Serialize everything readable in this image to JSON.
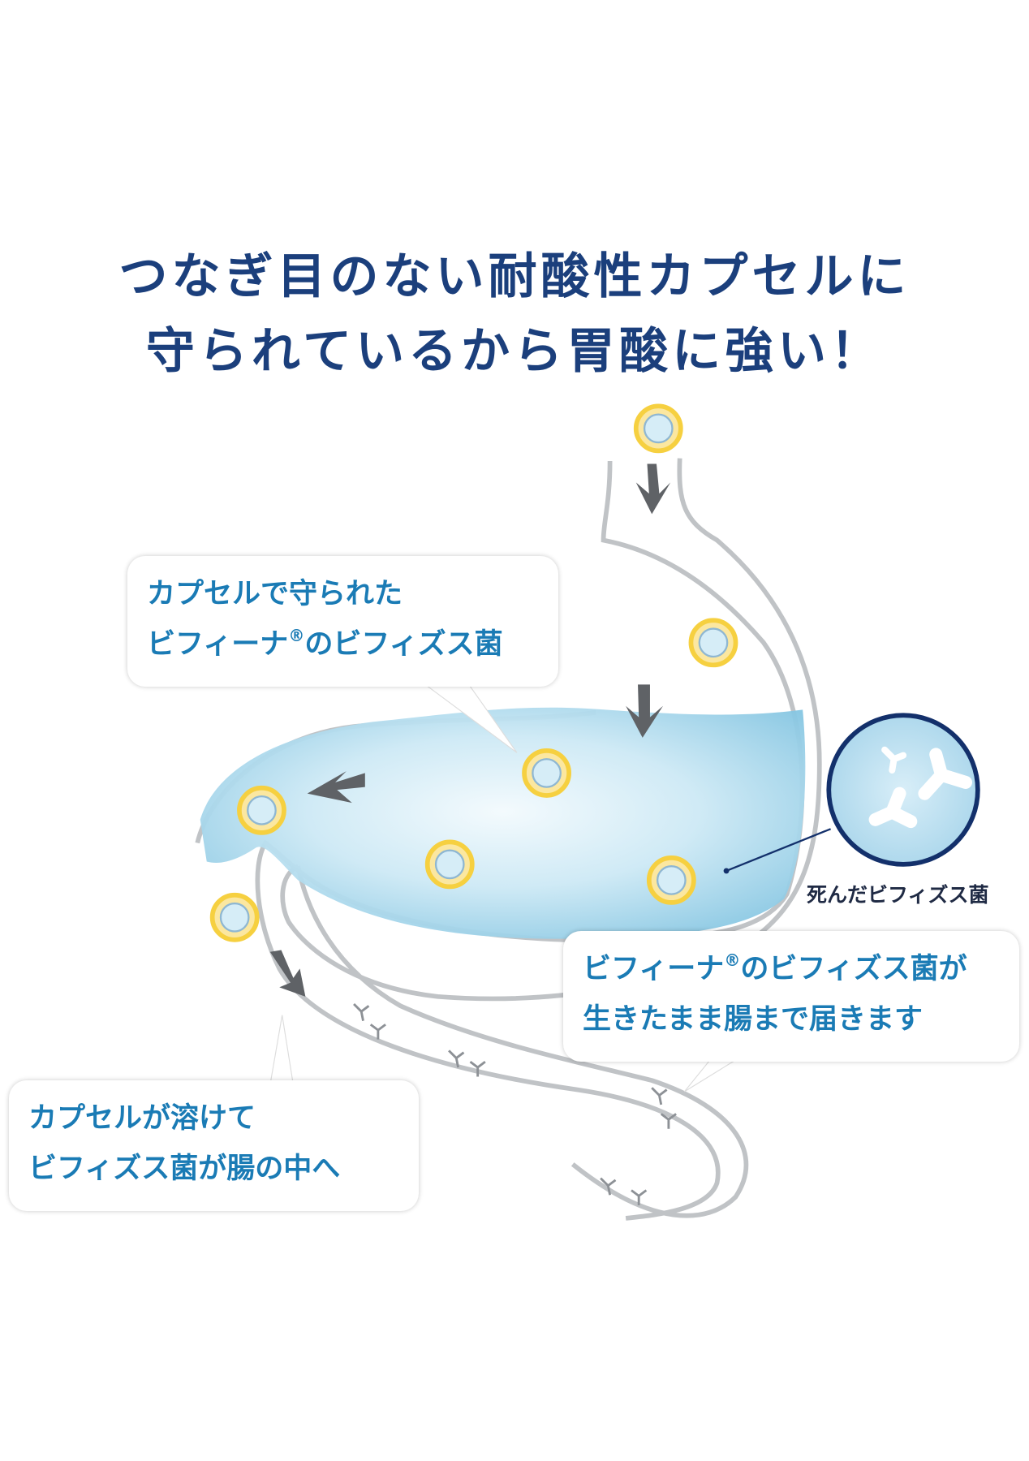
{
  "headline": {
    "line1": "つなぎ目のない耐酸性カプセルに",
    "line2": "守られているから胃酸に強い！"
  },
  "callouts": {
    "protected": {
      "line1": "カプセルで守られた",
      "line2_brand": "ビフィーナ",
      "reg": "®",
      "line2_rest": "のビフィズス菌"
    },
    "alive": {
      "line1_brand": "ビフィーナ",
      "reg": "®",
      "line1_rest": "のビフィズス菌が",
      "line2": "生きたまま腸まで届きます"
    },
    "dissolve": {
      "line1": "カプセルが溶けて",
      "line2": "ビフィズス菌が腸の中へ"
    }
  },
  "dead_bacteria_label": "死んだビフィズス菌",
  "colors": {
    "title": "#1b3f7c",
    "callout_text": "#1a7bb5",
    "acid": "#a9d8ec",
    "capsule_ring": "#f6d040",
    "arrow": "#5f6266",
    "zoom_ring": "#13306b"
  }
}
